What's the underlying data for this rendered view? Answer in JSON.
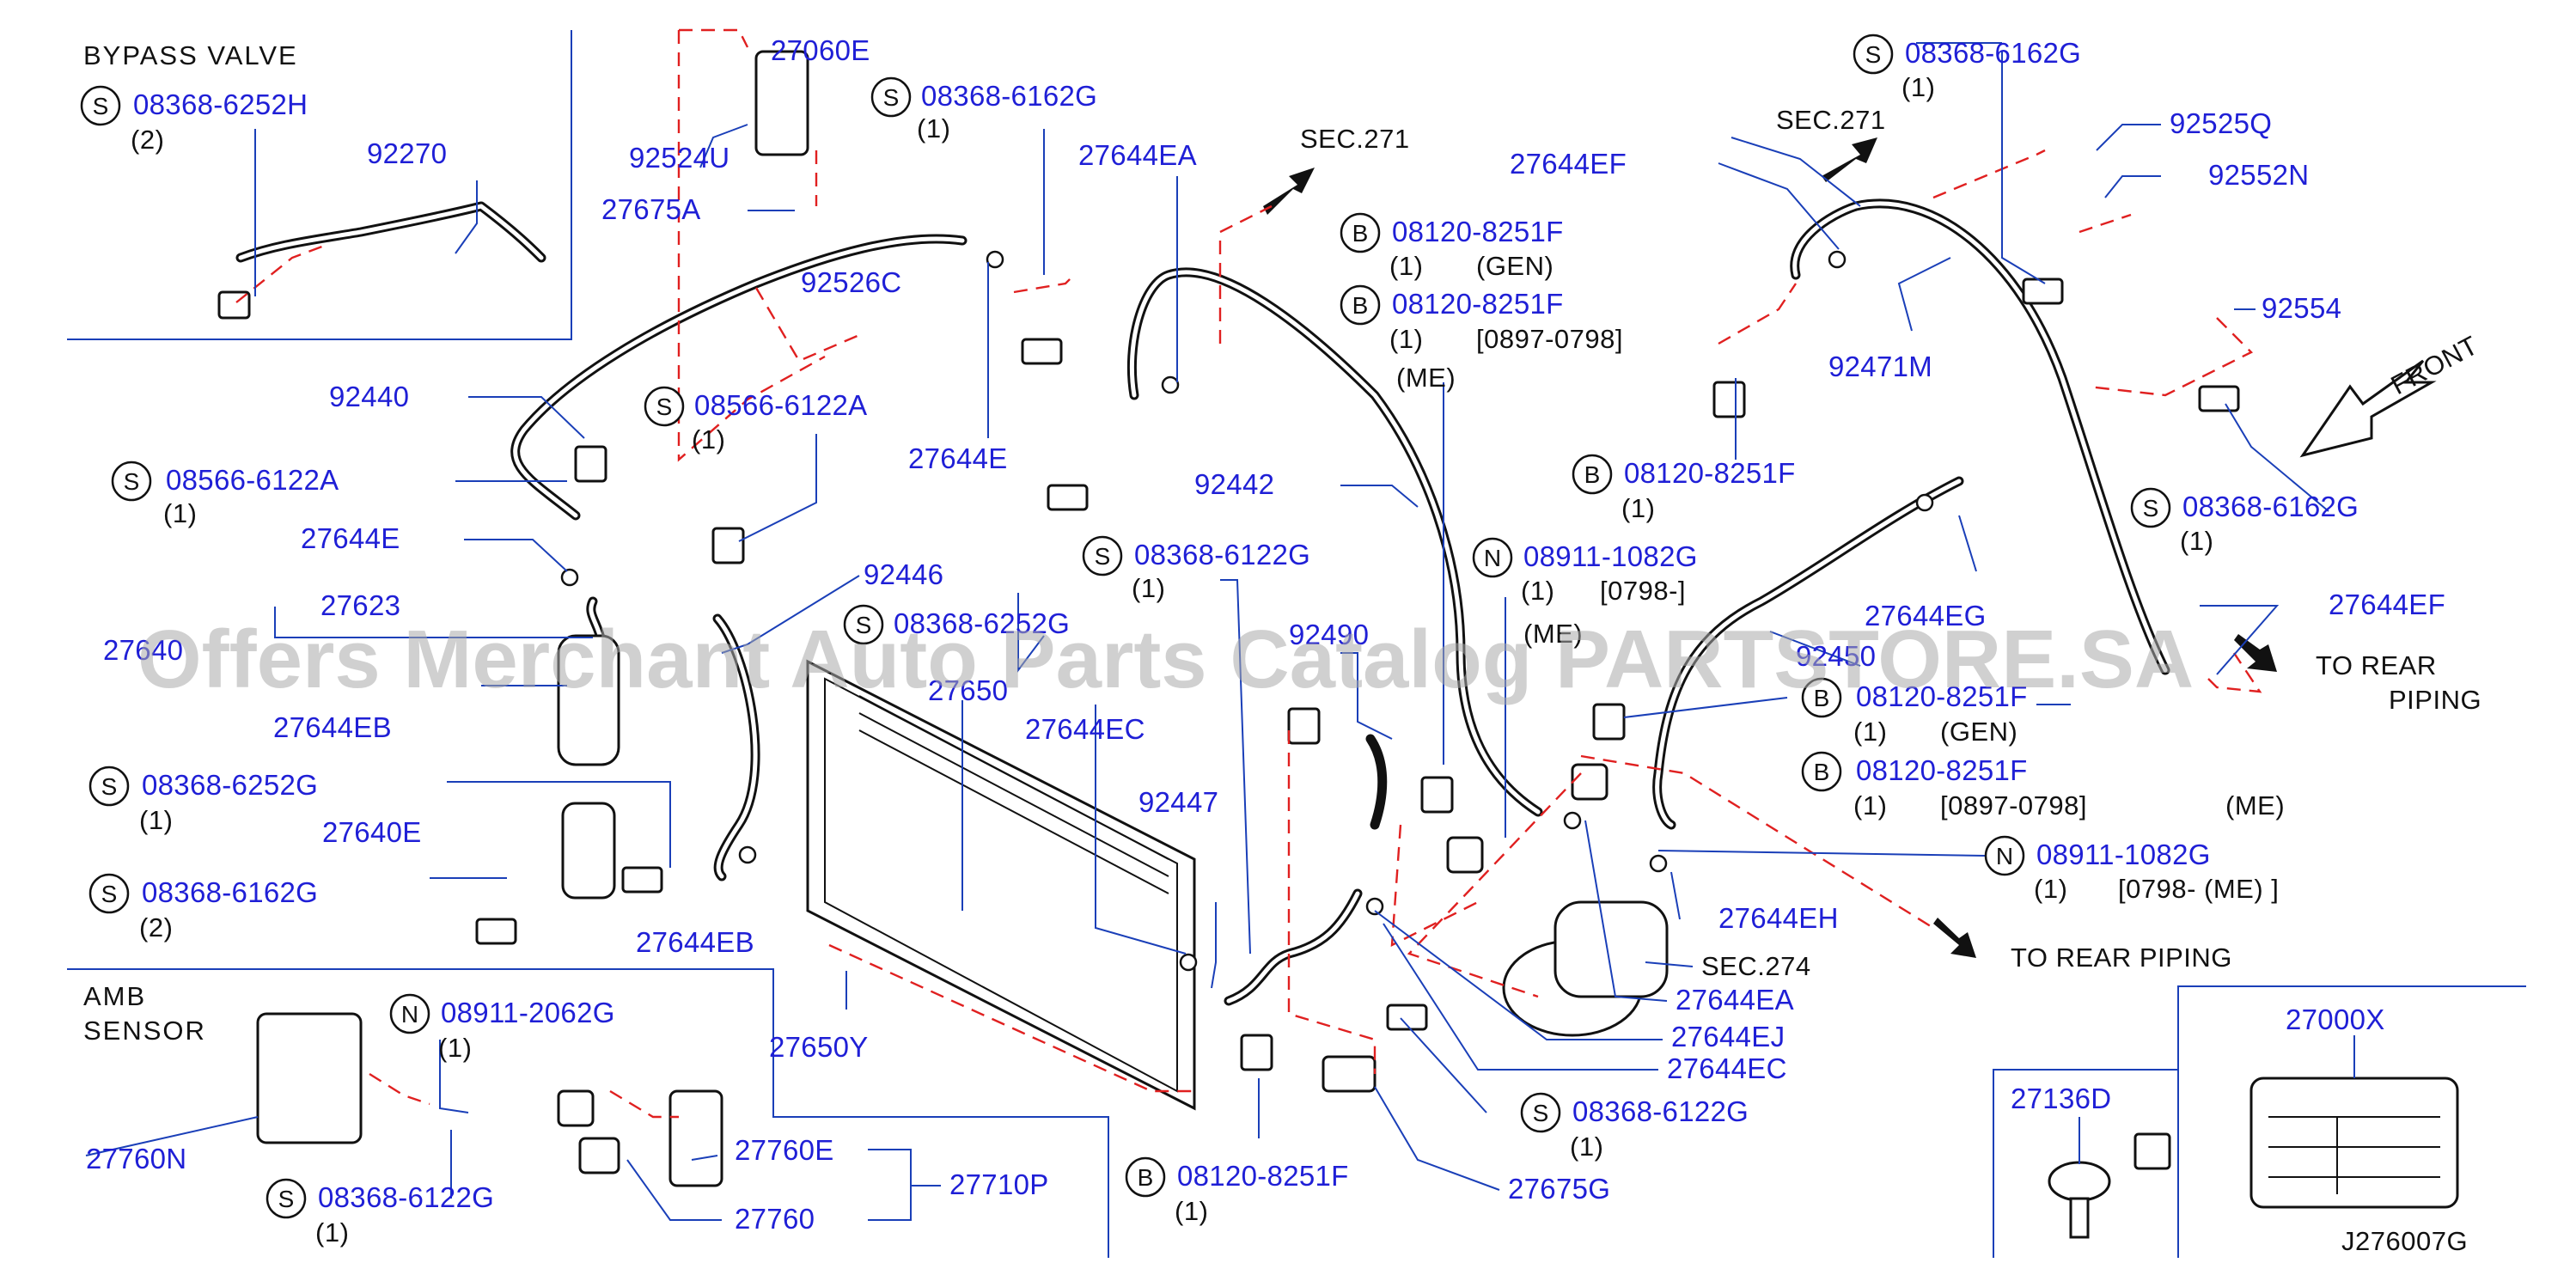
{
  "diagram_id": "J276007G",
  "watermark": "Offers Merchant Auto Parts Catalog PARTSTORE.SA",
  "insets": {
    "bypass_valve": "BYPASS   VALVE",
    "amb_sensor_line1": "AMB",
    "amb_sensor_line2": "SENSOR"
  },
  "symbols": {
    "s": "S",
    "b": "B",
    "n": "N"
  },
  "callouts": {
    "c01": "08368-6252H",
    "c01q": "(2)",
    "c02": "92270",
    "c03": "27060E",
    "c04": "08368-6162G",
    "c04q": "(1)",
    "c05": "92524U",
    "c06": "27675A",
    "c07": "92526C",
    "c08": "27644EA",
    "c09": "SEC.271",
    "c10": "08120-8251F",
    "c10q": "(1)",
    "c10n": "(GEN)",
    "c11": "08120-8251F",
    "c11q": "(1)",
    "c11n": "[0897-0798]",
    "c11m": "(ME)",
    "c12": "92440",
    "c13": "08566-6122A",
    "c13q": "(1)",
    "c14": "27644E",
    "c15": "08566-6122A",
    "c15q": "(1)",
    "c16": "92442",
    "c17": "27644E",
    "c18": "27623",
    "c19": "27640",
    "c20": "92446",
    "c21": "08368-6122G",
    "c21q": "(1)",
    "c22": "08911-1082G",
    "c22q": "(1)",
    "c22n": "[0798-]",
    "c22m": "(ME)",
    "c23": "08368-6252G",
    "c24": "27650",
    "c25": "92490",
    "c26": "27644EB",
    "c27": "27644EC",
    "c28": "08368-6252G",
    "c28q": "(1)",
    "c29": "27640E",
    "c30": "08368-6162G",
    "c30q": "(2)",
    "c31": "92447",
    "c32": "27644EB",
    "c33": "08368-6162G",
    "c33q": "(1)",
    "c34": "SEC.271",
    "c35": "92525Q",
    "c36": "27644EF",
    "c37": "92552N",
    "c38": "92554",
    "c39": "92471M",
    "c40": "FRONT",
    "c41": "08120-8251F",
    "c41q": "(1)",
    "c42": "08368-6162G",
    "c42q": "(1)",
    "c43": "27644EG",
    "c44": "27644EF",
    "c45": "92450",
    "c46": "TO   REAR",
    "c46b": "PIPING",
    "c47": "08120-8251F",
    "c47q": "(1)",
    "c47n": "(GEN)",
    "c48": "08120-8251F",
    "c48q": "(1)",
    "c48n": "[0897-0798]",
    "c48m": "(ME)",
    "c49": "08911-1082G",
    "c49q": "(1)",
    "c49n": "[0798-   (ME)   ]",
    "c50": "27644EH",
    "c51": "SEC.274",
    "c52": "TO   REAR      PIPING",
    "c53": "27644EA",
    "c54": "27644EJ",
    "c55": "27644EC",
    "c56": "08368-6122G",
    "c56q": "(1)",
    "c57": "27675G",
    "c58": "08120-8251F",
    "c58q": "(1)",
    "c59": "27650Y",
    "c60": "08911-2062G",
    "c60q": "(1)",
    "c61": "27760N",
    "c62": "08368-6122G",
    "c62q": "(1)",
    "c63": "27760E",
    "c64": "27760",
    "c65": "27710P",
    "c66": "27000X",
    "c67": "27136D"
  }
}
